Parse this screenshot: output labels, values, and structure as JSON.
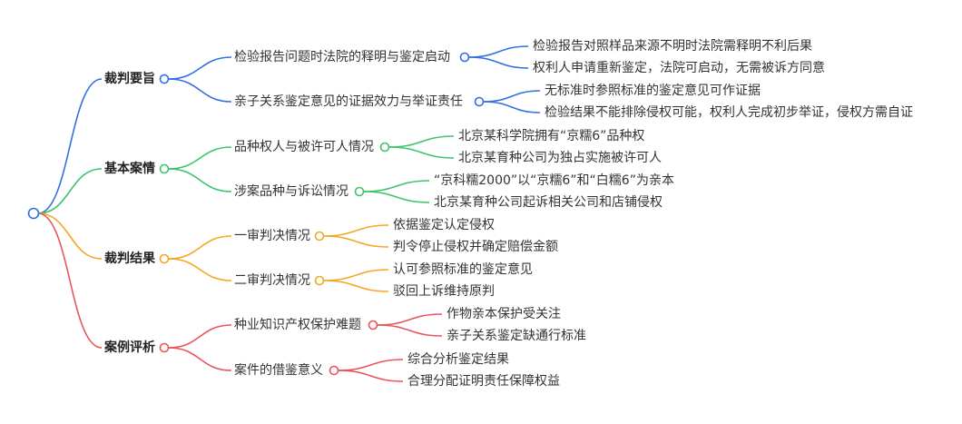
{
  "colors": {
    "root": "#2f6fe0",
    "blue": "#2f6fe0",
    "green": "#3cc46a",
    "orange": "#f5a623",
    "red": "#e8545a"
  },
  "branches": [
    {
      "label": "裁判要旨",
      "color": "blue",
      "children": [
        {
          "label": "检验报告问题时法院的释明与鉴定启动",
          "children": [
            "检验报告对照样品来源不明时法院需释明不利后果",
            "权利人申请重新鉴定，法院可启动，无需被诉方同意"
          ]
        },
        {
          "label": "亲子关系鉴定意见的证据效力与举证责任",
          "children": [
            "无标准时参照标准的鉴定意见可作证据",
            "检验结果不能排除侵权可能，权利人完成初步举证，侵权方需自证"
          ]
        }
      ]
    },
    {
      "label": "基本案情",
      "color": "green",
      "children": [
        {
          "label": "品种权人与被许可人情况",
          "children": [
            "北京某科学院拥有“京糯6”品种权",
            "北京某育种公司为独占实施被许可人"
          ]
        },
        {
          "label": "涉案品种与诉讼情况",
          "children": [
            "“京科糯2000”以“京糯6”和“白糯6”为亲本",
            "北京某育种公司起诉相关公司和店铺侵权"
          ]
        }
      ]
    },
    {
      "label": "裁判结果",
      "color": "orange",
      "children": [
        {
          "label": "一审判决情况",
          "children": [
            "依据鉴定认定侵权",
            "判令停止侵权并确定赔偿金额"
          ]
        },
        {
          "label": "二审判决情况",
          "children": [
            "认可参照标准的鉴定意见",
            "驳回上诉维持原判"
          ]
        }
      ]
    },
    {
      "label": "案例评析",
      "color": "red",
      "children": [
        {
          "label": "种业知识产权保护难题",
          "children": [
            "作物亲本保护受关注",
            "亲子关系鉴定缺通行标准"
          ]
        },
        {
          "label": "案件的借鉴意义",
          "children": [
            "综合分析鉴定结果",
            "合理分配证明责任保障权益"
          ]
        }
      ]
    }
  ]
}
